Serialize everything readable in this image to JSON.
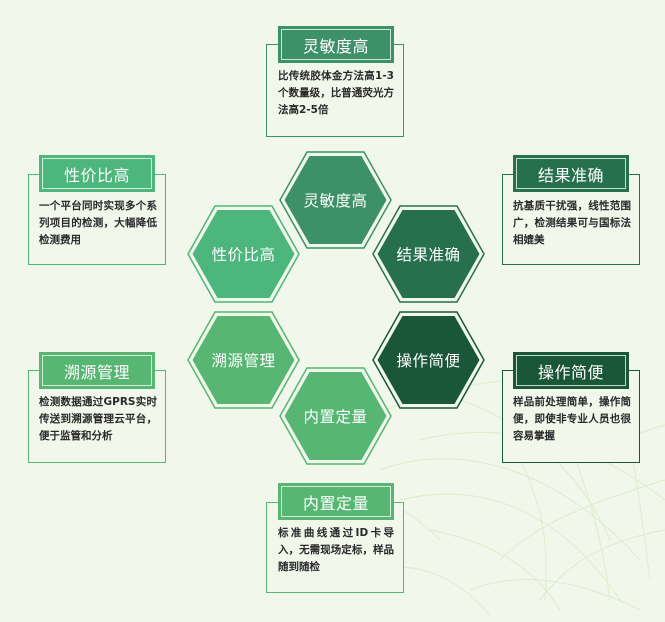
{
  "colors": {
    "background": "#f2f7ec",
    "green_medium": "#3d9167",
    "green_light": "#4fb378",
    "green_lighter": "#58b872",
    "green_dark": "#26704c",
    "green_darkest": "#1a5738"
  },
  "hexagons": [
    {
      "id": "sensitivity",
      "label": "灵敏度高",
      "color": "#3d9167"
    },
    {
      "id": "cost",
      "label": "性价比高",
      "color": "#4db67c"
    },
    {
      "id": "accuracy",
      "label": "结果准确",
      "color": "#27704d"
    },
    {
      "id": "traceability",
      "label": "溯源管理",
      "color": "#56b672"
    },
    {
      "id": "operation",
      "label": "操作简便",
      "color": "#1a5739"
    },
    {
      "id": "quantification",
      "label": "内置定量",
      "color": "#56b672"
    }
  ],
  "boxes": [
    {
      "id": "sensitivity",
      "title": "灵敏度高",
      "desc": "比传统胶体金方法高1-3个数量级，比普通荧光方法高2-5倍",
      "color": "#3d9167"
    },
    {
      "id": "cost",
      "title": "性价比高",
      "desc": "一个平台同时实现多个系列项目的检测，大幅降低检测费用",
      "color": "#4db67c"
    },
    {
      "id": "accuracy",
      "title": "结果准确",
      "desc": "抗基质干扰强，线性范围广，检测结果可与国标法相媲美",
      "color": "#27704d"
    },
    {
      "id": "traceability",
      "title": "溯源管理",
      "desc": "检测数据通过GPRS实时传送到溯源管理云平台，便于监管和分析",
      "color": "#56b672"
    },
    {
      "id": "operation",
      "title": "操作简便",
      "desc": "样品前处理简单，操作简便，即使非专业人员也很容易掌握",
      "color": "#1a5739"
    },
    {
      "id": "quantification",
      "title": "内置定量",
      "desc": "标准曲线通过ID卡导入，无需现场定标，样品随到随检",
      "color": "#56b672"
    }
  ]
}
